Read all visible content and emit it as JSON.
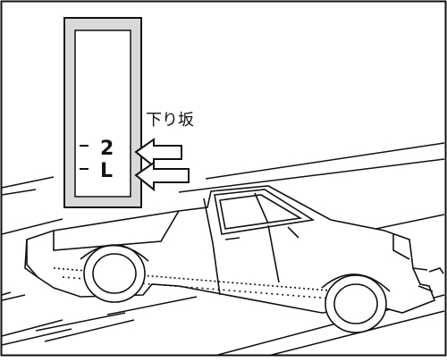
{
  "illustration": {
    "slope_label": "下り坂",
    "gear_positions": [
      "2",
      "L"
    ],
    "subject": "car-descending-slope",
    "colors": {
      "ink": "#111111",
      "paper": "#ffffff",
      "panel_fill": "#d9d9d9"
    }
  }
}
